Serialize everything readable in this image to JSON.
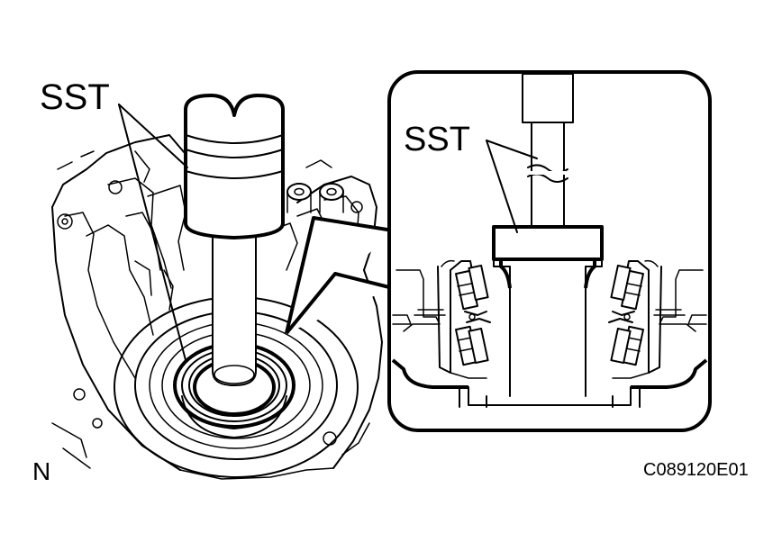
{
  "labels": {
    "sst_left": "SST",
    "sst_right": "SST",
    "orientation": "N",
    "figure_code": "C089120E01"
  },
  "colors": {
    "ink": "#000000",
    "paper": "#ffffff"
  }
}
